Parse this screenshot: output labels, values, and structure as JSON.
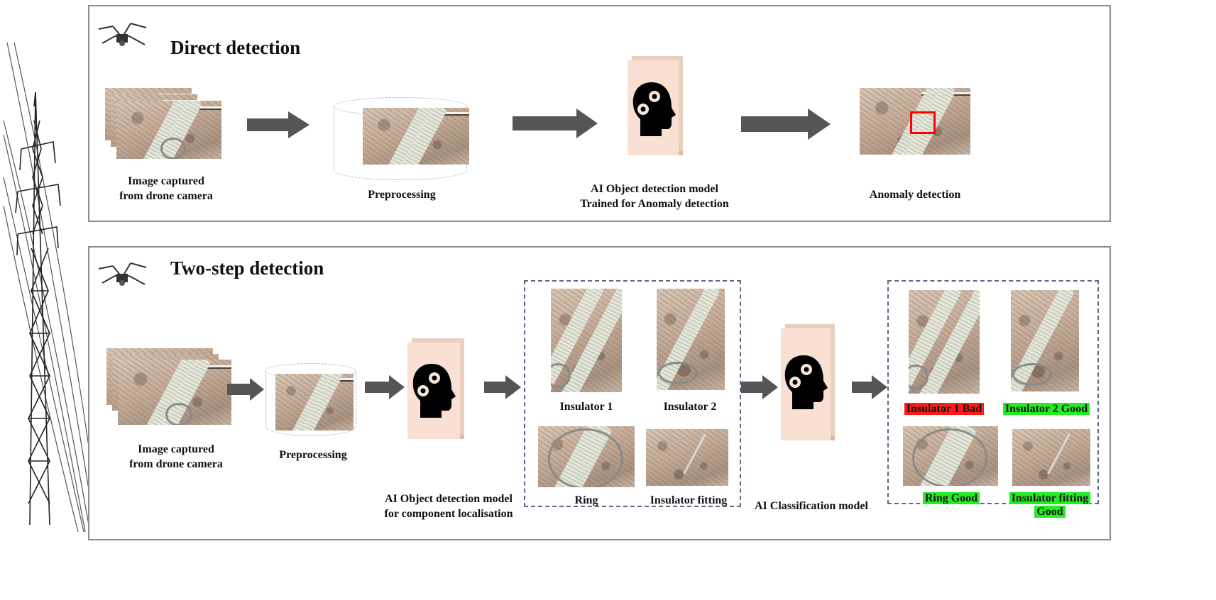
{
  "colors": {
    "panel_border": "#8c8c8c",
    "arrow": "#555555",
    "ai_box": "#f9e0d2",
    "dashed_border": "#5a6a88",
    "bad_tag": "#ff1a1a",
    "good_tag": "#22ee22",
    "detection_box": "#ff0000"
  },
  "decor": {
    "pylon_icon": "transmission-tower-icon",
    "drone_icon": "drone-icon",
    "ai_icon": "head-gears-icon"
  },
  "direct": {
    "title": "Direct detection",
    "steps": [
      {
        "label_l1": "Image captured",
        "label_l2": "from drone camera"
      },
      {
        "label_l1": "Preprocessing",
        "label_l2": ""
      },
      {
        "label_l1": "AI Object detection model",
        "label_l2": "Trained for Anomaly detection"
      },
      {
        "label_l1": "Anomaly detection",
        "label_l2": ""
      }
    ]
  },
  "twostep": {
    "title": "Two-step detection",
    "capture": {
      "label_l1": "Image captured",
      "label_l2": "from drone camera"
    },
    "preprocessing": {
      "label": "Preprocessing"
    },
    "localisation_model": {
      "label_l1": "AI Object detection model",
      "label_l2": "for component localisation"
    },
    "components": [
      {
        "label": "Insulator 1"
      },
      {
        "label": "Insulator 2"
      },
      {
        "label": "Ring"
      },
      {
        "label": "Insulator fitting"
      }
    ],
    "classification_model": {
      "label": "AI Classification model"
    },
    "results": [
      {
        "label": "Insulator 1 Bad",
        "status": "bad"
      },
      {
        "label": "Insulator 2 Good",
        "status": "good"
      },
      {
        "label": "Ring Good",
        "status": "good"
      },
      {
        "label_l1": "Insulator fitting",
        "label_l2": "Good",
        "status": "good"
      }
    ]
  }
}
